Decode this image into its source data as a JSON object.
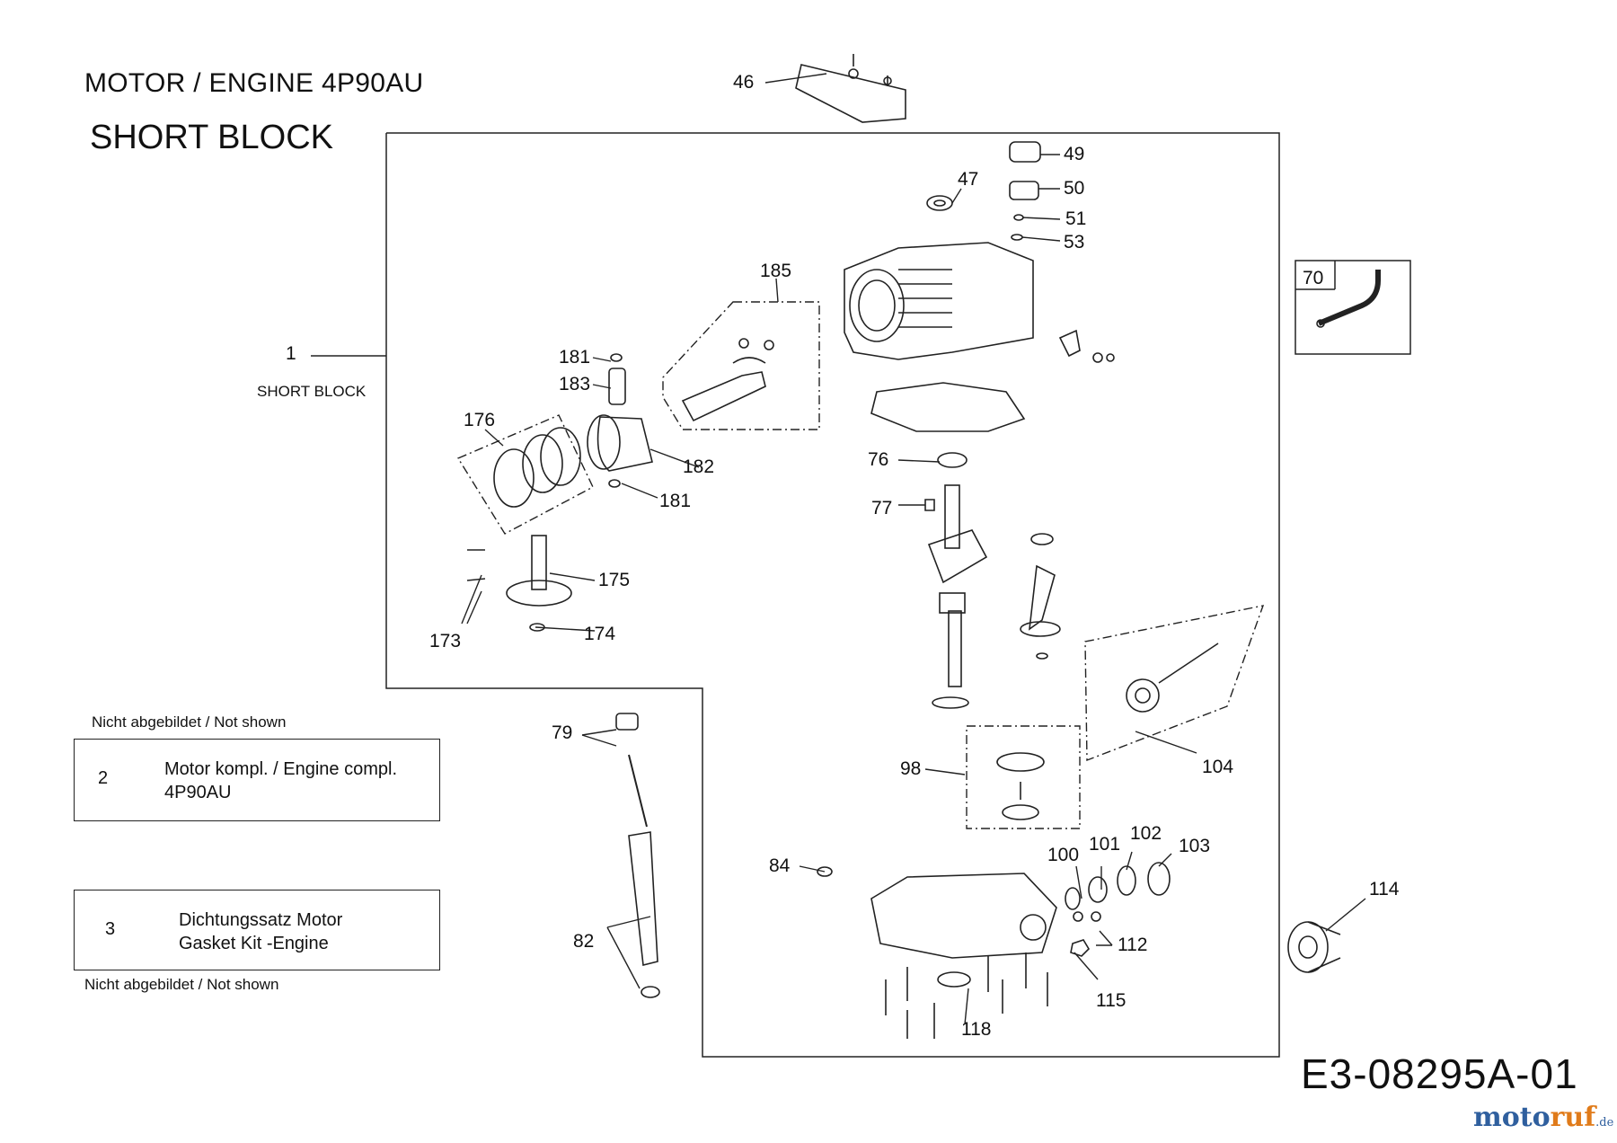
{
  "header": {
    "title": "MOTOR / ENGINE  4P90AU",
    "subtitle": "SHORT BLOCK"
  },
  "callouts": {
    "c1": "1",
    "c1_label": "SHORT BLOCK",
    "c46": "46",
    "c47": "47",
    "c49": "49",
    "c50": "50",
    "c51": "51",
    "c53": "53",
    "c70": "70",
    "c76": "76",
    "c77": "77",
    "c79": "79",
    "c82": "82",
    "c84": "84",
    "c98": "98",
    "c100": "100",
    "c101": "101",
    "c102": "102",
    "c103": "103",
    "c104": "104",
    "c112": "112",
    "c114": "114",
    "c115": "115",
    "c118": "118",
    "c173": "173",
    "c174": "174",
    "c175": "175",
    "c176": "176",
    "c181a": "181",
    "c181b": "181",
    "c182": "182",
    "c183": "183",
    "c185": "185"
  },
  "not_shown": {
    "note_top": "Nicht abgebildet / Not shown",
    "note_bottom": "Nicht abgebildet / Not shown",
    "item2": {
      "number": "2",
      "line1": "Motor kompl. / Engine compl.",
      "line2": "4P90AU"
    },
    "item3": {
      "number": "3",
      "line1": "Dichtungssatz Motor",
      "line2": "Gasket Kit -Engine"
    }
  },
  "footer": {
    "code": "E3-08295A-01",
    "logo_part1": "moto",
    "logo_part2": "ruf",
    "logo_suffix": ".de"
  },
  "colors": {
    "line": "#222222",
    "logo_blue": "#2f5f9e",
    "logo_orange": "#e07b1a"
  }
}
